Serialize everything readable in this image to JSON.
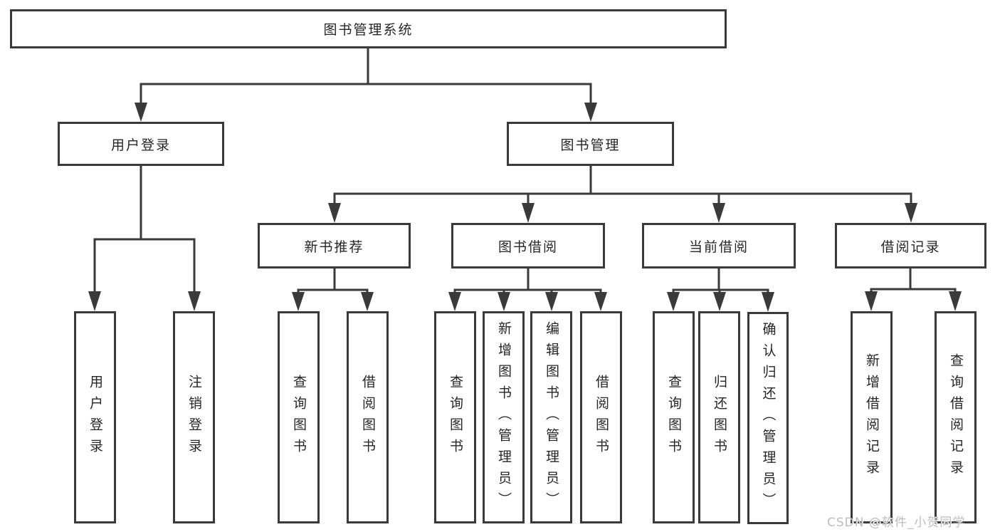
{
  "colors": {
    "line": "#3a3a3a",
    "node_border": "#3a3a3a",
    "node_text": "#262626",
    "background": "#ffffff",
    "watermark": "#bdbdbd"
  },
  "tree": {
    "label": "图书管理系统",
    "children": [
      {
        "label": "用户登录",
        "children": [
          {
            "label": "用户登录"
          },
          {
            "label": "注销登录"
          }
        ]
      },
      {
        "label": "图书管理",
        "children": [
          {
            "label": "新书推荐",
            "children": [
              {
                "label": "查询图书"
              },
              {
                "label": "借阅图书"
              }
            ]
          },
          {
            "label": "图书借阅",
            "children": [
              {
                "label": "查询图书"
              },
              {
                "label": "新增图书（管理员）"
              },
              {
                "label": "编辑图书（管理员）"
              },
              {
                "label": "借阅图书"
              }
            ]
          },
          {
            "label": "当前借阅",
            "children": [
              {
                "label": "查询图书"
              },
              {
                "label": "归还图书"
              },
              {
                "label": "确认归还（管理员）"
              }
            ]
          },
          {
            "label": "借阅记录",
            "children": [
              {
                "label": "新增借阅记录"
              },
              {
                "label": "查询借阅记录"
              }
            ]
          }
        ]
      }
    ]
  },
  "watermark": {
    "text": "CSDN @软件_小贺同学"
  }
}
